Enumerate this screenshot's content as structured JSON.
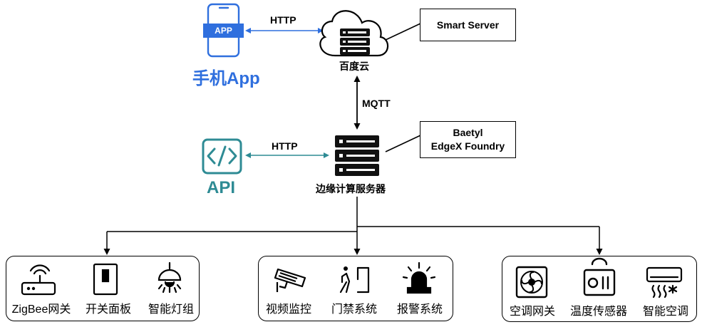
{
  "cloud": {
    "label": "百度云",
    "callout": "Smart Server"
  },
  "app": {
    "badge": "APP",
    "label": "手机App",
    "link_protocol": "HTTP",
    "color": "#2f6fde"
  },
  "edge": {
    "label": "边缘计算服务器",
    "callout_lines": [
      "Baetyl",
      "EdgeX Foundry"
    ],
    "uplink_protocol": "MQTT"
  },
  "api": {
    "label": "API",
    "link_protocol": "HTTP",
    "color": "#2e8b94"
  },
  "groups": [
    {
      "devices": [
        {
          "name": "ZigBee网关",
          "icon": "router-icon"
        },
        {
          "name": "开关面板",
          "icon": "switch-panel-icon"
        },
        {
          "name": "智能灯组",
          "icon": "ceiling-lamp-icon"
        }
      ]
    },
    {
      "devices": [
        {
          "name": "视频监控",
          "icon": "cctv-camera-icon"
        },
        {
          "name": "门禁系统",
          "icon": "door-access-icon"
        },
        {
          "name": "报警系统",
          "icon": "alarm-siren-icon"
        }
      ]
    },
    {
      "devices": [
        {
          "name": "空调网关",
          "icon": "fan-unit-icon"
        },
        {
          "name": "温度传感器",
          "icon": "thermostat-icon"
        },
        {
          "name": "智能空调",
          "icon": "air-conditioner-icon"
        }
      ]
    }
  ]
}
